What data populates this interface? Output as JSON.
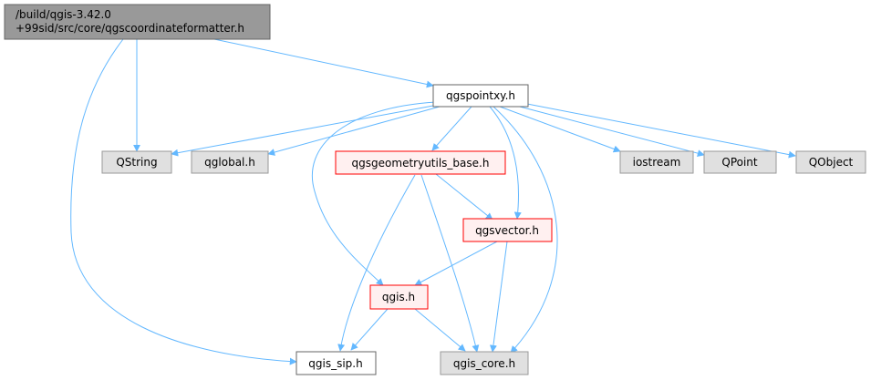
{
  "colors": {
    "edge": "#63b8ff",
    "root_fill": "#999999",
    "root_stroke": "#666666",
    "plain_fill": "#ffffff",
    "plain_stroke": "#666666",
    "external_fill": "#e0e0e0",
    "external_stroke": "#999999",
    "truncated_fill": "#fff0f0",
    "truncated_stroke": "#ff0000"
  },
  "nodes": {
    "root_line1": "/build/qgis-3.42.0",
    "root_line2": "+99sid/src/core/qgscoordinateformatter.h",
    "qgspointxy": "qgspointxy.h",
    "qstring": "QString",
    "qglobal": "qglobal.h",
    "qgsgeometryutils_base": "qgsgeometryutils_base.h",
    "iostream": "iostream",
    "qpoint": "QPoint",
    "qobject": "QObject",
    "qgsvector": "qgsvector.h",
    "qgis": "qgis.h",
    "qgis_sip": "qgis_sip.h",
    "qgis_core": "qgis_core.h"
  }
}
